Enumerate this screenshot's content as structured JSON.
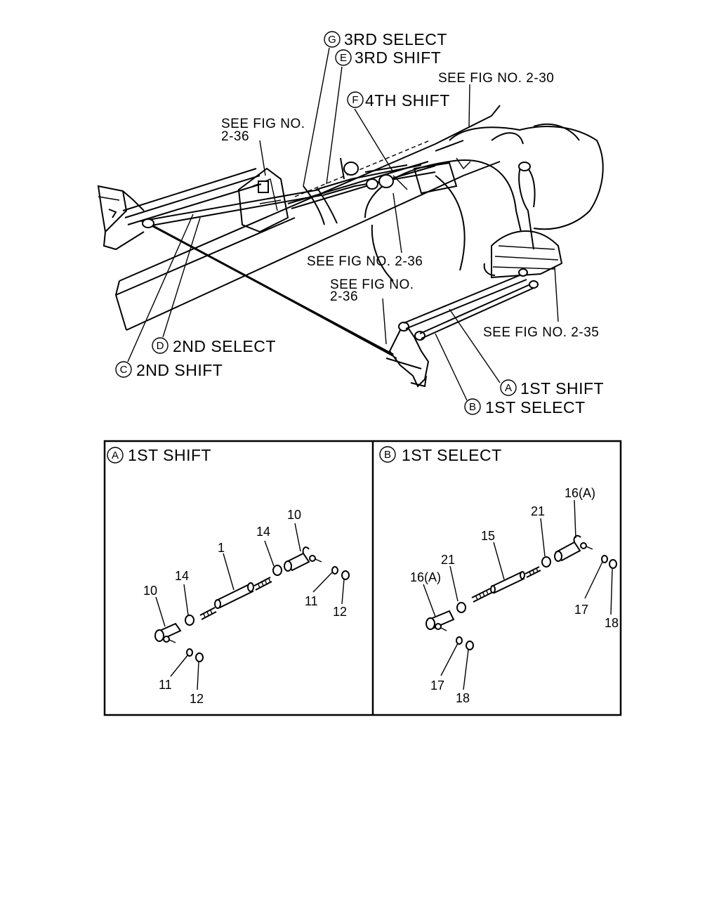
{
  "overview": {
    "callouts": {
      "g": {
        "letter": "G",
        "text": "3RD SELECT"
      },
      "e": {
        "letter": "E",
        "text": "3RD SHIFT"
      },
      "f": {
        "letter": "F",
        "text": "4TH SHIFT"
      },
      "d": {
        "letter": "D",
        "text": "2ND SELECT"
      },
      "c": {
        "letter": "C",
        "text": "2ND SHIFT"
      },
      "a": {
        "letter": "A",
        "text": "1ST SHIFT"
      },
      "b": {
        "letter": "B",
        "text": "1ST SELECT"
      }
    },
    "references": {
      "fig_2_30": "SEE FIG NO. 2-30",
      "fig_2_36_left_line1": "SEE FIG NO.",
      "fig_2_36_left_line2": "2-36",
      "fig_2_36_mid": "SEE FIG NO. 2-36",
      "fig_2_36_lower_line1": "SEE FIG NO.",
      "fig_2_36_lower_line2": "2-36",
      "fig_2_35": "SEE FIG NO. 2-35"
    }
  },
  "detail_panels": [
    {
      "letter": "A",
      "title": "1ST SHIFT",
      "part_numbers": {
        "n1": "1",
        "n10_left": "10",
        "n10_right": "10",
        "n14_left": "14",
        "n14_right": "14",
        "n11_left": "11",
        "n11_right": "11",
        "n12_left": "12",
        "n12_right": "12"
      }
    },
    {
      "letter": "B",
      "title": "1ST SELECT",
      "part_numbers": {
        "n15": "15",
        "n16a_left": "16(A)",
        "n16a_right": "16(A)",
        "n21_left": "21",
        "n21_right": "21",
        "n17_left": "17",
        "n17_right": "17",
        "n18_left": "18",
        "n18_right": "18"
      }
    }
  ]
}
